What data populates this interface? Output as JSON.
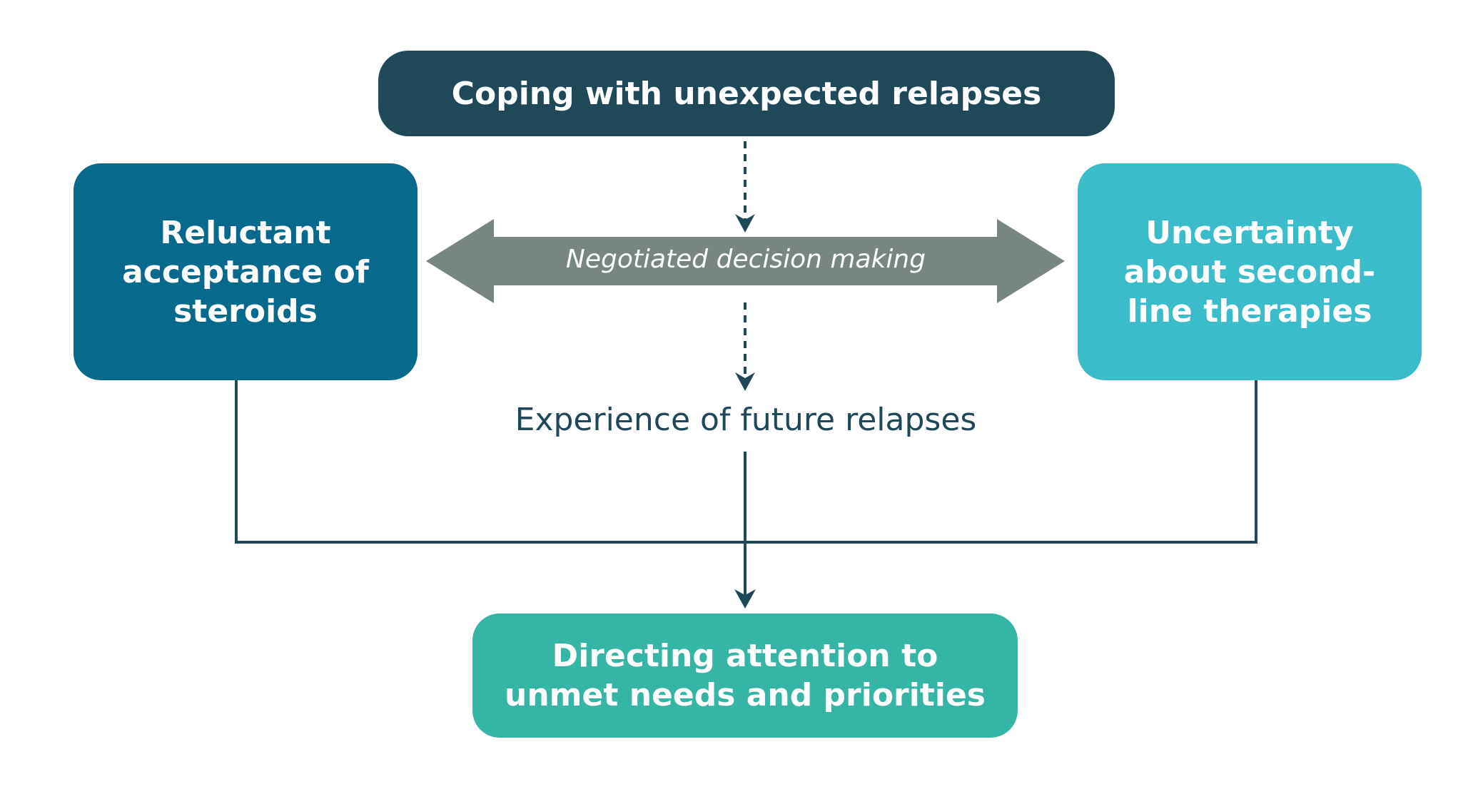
{
  "diagram": {
    "top_box": {
      "text": "Coping with unexpected relapses",
      "color": "#1f4959"
    },
    "left_box": {
      "text": "Reluctant acceptance of steroids",
      "color": "#076a8c"
    },
    "right_box": {
      "text": "Uncertainty about second-line therapies",
      "color": "#3abccb"
    },
    "double_arrow": {
      "label": "Negotiated decision making",
      "color": "#77877f"
    },
    "middle_label": "Experience of future relapses",
    "bottom_box": {
      "text": "Directing attention to unmet needs and priorities",
      "color": "#34b5a5"
    },
    "connector_color": "#1f4959"
  }
}
